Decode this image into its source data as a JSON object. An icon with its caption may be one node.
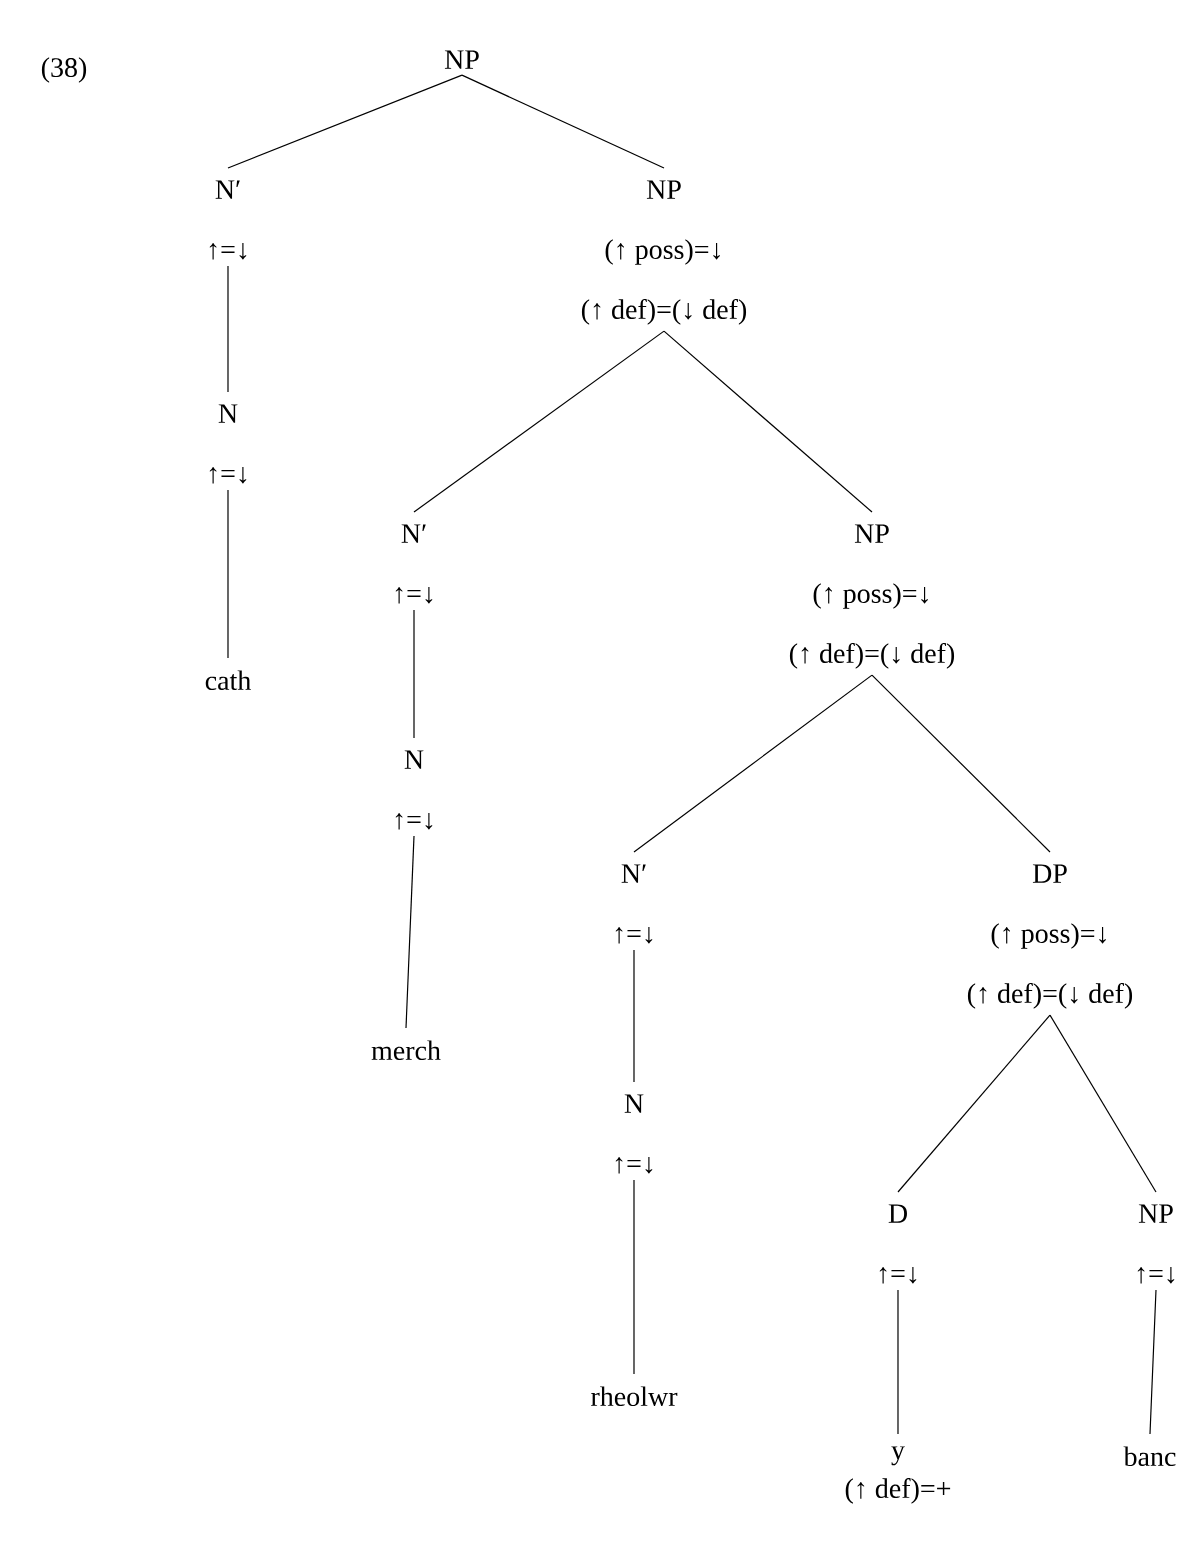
{
  "diagram": {
    "nodes": [
      {
        "text": [
          "NP"
        ]
      },
      {
        "text": [
          "N′",
          "↑=↓"
        ]
      },
      {
        "text": [
          "N",
          "↑=↓"
        ]
      },
      {
        "text": [
          "cath"
        ]
      },
      {
        "text": [
          "NP",
          "(↑ poss)=↓",
          "(↑ def)=(↓ def)"
        ]
      },
      {
        "text": [
          "N′",
          "↑=↓"
        ]
      },
      {
        "text": [
          "N",
          "↑=↓"
        ]
      },
      {
        "text": [
          "merch"
        ]
      },
      {
        "text": [
          "NP",
          "(↑ poss)=↓",
          "(↑ def)=(↓ def)"
        ]
      },
      {
        "text": [
          "N′",
          "↑=↓"
        ]
      },
      {
        "text": [
          "N",
          "↑=↓"
        ]
      },
      {
        "text": [
          "rheolwr"
        ]
      },
      {
        "text": [
          "DP",
          "(↑ poss)=↓",
          "(↑ def)=(↓ def)"
        ]
      },
      {
        "text": [
          "D",
          "↑=↓"
        ]
      },
      {
        "text": [
          "y"
        ],
        "beside": [
          "(↑ def)=+"
        ]
      },
      {
        "text": [
          "NP",
          "↑=↓"
        ]
      },
      {
        "text": [
          "banc"
        ]
      }
    ],
    "edges": [
      {
        "from": 0,
        "to": 1,
        "arrow": "none"
      },
      {
        "from": 0,
        "to": 4,
        "arrow": "none"
      },
      {
        "from": 1,
        "to": 2,
        "arrow": "none"
      },
      {
        "from": 2,
        "to": 3,
        "arrow": "none"
      },
      {
        "from": 4,
        "to": 5,
        "arrow": "none"
      },
      {
        "from": 4,
        "to": 8,
        "arrow": "none"
      },
      {
        "from": 5,
        "to": 6,
        "arrow": "none"
      },
      {
        "from": 6,
        "to": 7,
        "arrow": "none"
      },
      {
        "from": 8,
        "to": 9,
        "arrow": "none"
      },
      {
        "from": 8,
        "to": 12,
        "arrow": "none"
      },
      {
        "from": 9,
        "to": 10,
        "arrow": "none"
      },
      {
        "from": 10,
        "to": 11,
        "arrow": "none"
      },
      {
        "from": 12,
        "to": 13,
        "arrow": "none"
      },
      {
        "from": 12,
        "to": 15,
        "arrow": "none"
      },
      {
        "from": 13,
        "to": 14,
        "arrow": "none"
      },
      {
        "from": 15,
        "to": 16,
        "arrow": "none"
      }
    ],
    "labels": [
      "(38)"
    ]
  }
}
